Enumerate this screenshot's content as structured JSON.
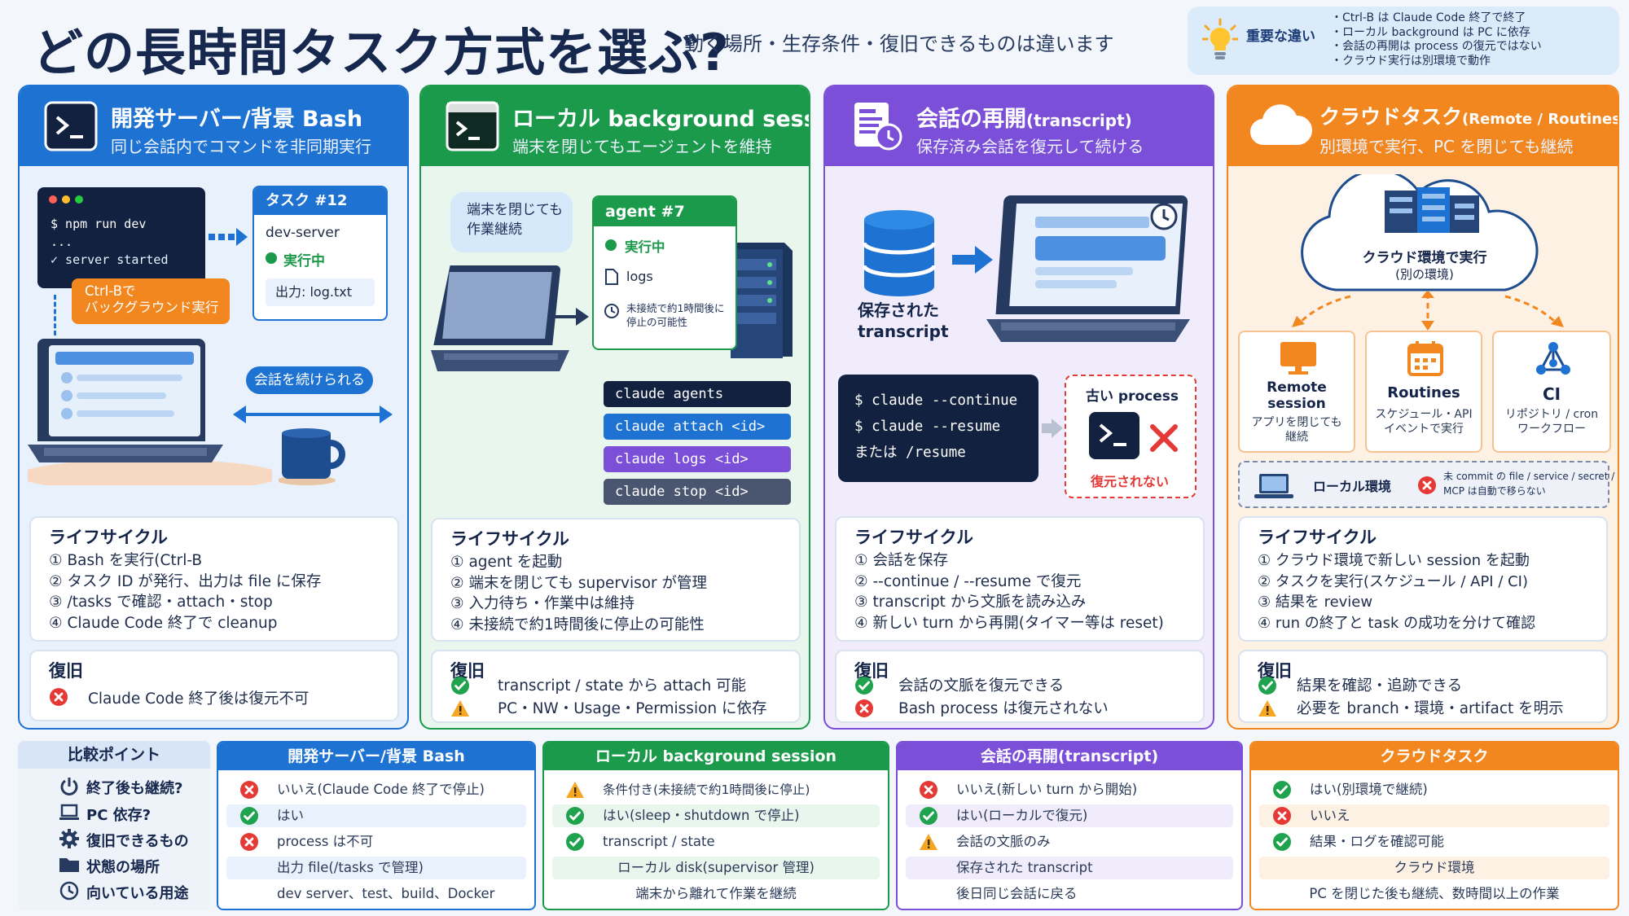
{
  "title": "どの長時間タスク方式を選ぶ?",
  "subtitle": "動く場所・生存条件・復旧できるものは違います",
  "note": {
    "label": "重要な違い",
    "items": [
      "・Ctrl-B は Claude Code 終了で終了",
      "・ローカル background は PC に依存",
      "・会話の再開は process の復元ではない",
      "・クラウド実行は別環境で動作"
    ]
  },
  "colors": {
    "blue": "#1e73d2",
    "green": "#1a9a4a",
    "purple": "#7b4fd8",
    "orange": "#f2871f"
  },
  "columns": [
    {
      "title": "開発サーバー/背景 Bash",
      "sub": "同じ会話内でコマンドを非同期実行",
      "illus": {
        "term": [
          "$ npm run dev",
          "...",
          "✓ server started"
        ],
        "task_title": "タスク #12",
        "task_name": "dev-server",
        "task_status": "実行中",
        "task_out": "出力: log.txt",
        "ctrlb": "Ctrl-Bで\nバックグラウンド実行",
        "continue": "会話を続けられる"
      },
      "life_title": "ライフサイクル",
      "life": [
        "① Bash を実行(Ctrl-B",
        "② タスク ID が発行、出力は file に保存",
        "③ /tasks で確認・attach・stop",
        "④ Claude Code 終了で cleanup"
      ],
      "rec_title": "復旧",
      "rec": [
        {
          "mark": "x",
          "text": "Claude Code 終了後は復元不可"
        }
      ]
    },
    {
      "title": "ローカル background session",
      "sub": "端末を閉じてもエージェントを維持",
      "illus": {
        "bubble": "端末を閉じても\n作業継続",
        "agent_title": "agent #7",
        "agent_status": "実行中",
        "agent_logs": "logs",
        "agent_warn": "未接続で約1時間後に\n停止の可能性",
        "cmds": [
          "claude agents",
          "claude attach <id>",
          "claude logs <id>",
          "claude stop <id>"
        ]
      },
      "life_title": "ライフサイクル",
      "life": [
        "① agent を起動",
        "② 端末を閉じても supervisor が管理",
        "③ 入力待ち・作業中は維持",
        "④ 未接続で約1時間後に停止の可能性"
      ],
      "rec_title": "復旧",
      "rec": [
        {
          "mark": "ok",
          "text": "transcript / state から attach 可能"
        },
        {
          "mark": "warn",
          "text": "PC・NW・Usage・Permission に依存"
        }
      ]
    },
    {
      "title": "会話の再開",
      "title_small": "(transcript)",
      "sub": "保存済み会話を復元して続ける",
      "illus": {
        "saved": "保存された\ntranscript",
        "cmds": [
          "$ claude --continue",
          "$ claude --resume",
          "または  /resume"
        ],
        "old": "古い process",
        "not_restored": "復元されない"
      },
      "life_title": "ライフサイクル",
      "life": [
        "① 会話を保存",
        "② --continue / --resume で復元",
        "③ transcript から文脈を読み込み",
        "④ 新しい turn から再開(タイマー等は reset)"
      ],
      "rec_title": "復旧",
      "rec": [
        {
          "mark": "ok",
          "text": "会話の文脈を復元できる"
        },
        {
          "mark": "x",
          "text": "Bash process は復元されない"
        }
      ]
    },
    {
      "title": "クラウドタスク",
      "title_small": "(Remote / Routines / CI)",
      "sub": "別環境で実行、PC を閉じても継続",
      "illus": {
        "cloud": "クラウド環境で実行",
        "cloud_sub": "(別の環境)",
        "remote": "Remote\nsession",
        "remote_sub": "アプリを閉じても\n継続",
        "routines": "Routines",
        "routines_sub": "スケジュール・API\nイベントで実行",
        "ci": "CI",
        "ci_sub": "リポジトリ / cron\nワークフロー",
        "local": "ローカル環境",
        "local_note": "未 commit の file / service / secret /\nMCP は自動で移らない"
      },
      "life_title": "ライフサイクル",
      "life": [
        "① クラウド環境で新しい session を起動",
        "② タスクを実行(スケジュール / API / CI)",
        "③ 結果を review",
        "④ run の終了と task の成功を分けて確認"
      ],
      "rec_title": "復旧",
      "rec": [
        {
          "mark": "ok",
          "text": "結果を確認・追跡できる"
        },
        {
          "mark": "warn",
          "text": "必要を branch・環境・artifact を明示"
        }
      ]
    }
  ],
  "compare": {
    "header": "比較ポイント",
    "points": [
      "終了後も継続?",
      "PC 依存?",
      "復旧できるもの",
      "状態の場所",
      "向いている用途"
    ],
    "icons": [
      "power-icon",
      "laptop-icon",
      "gear-icon",
      "folder-icon",
      "clock-icon"
    ],
    "cols": [
      {
        "head": "開発サーバー/背景 Bash",
        "cells": [
          {
            "mark": "x",
            "text": "いいえ(Claude Code 終了で停止)"
          },
          {
            "mark": "ok",
            "text": "はい"
          },
          {
            "mark": "x",
            "text": "process は不可"
          },
          {
            "mark": "",
            "text": "出力 file(/tasks で管理)"
          },
          {
            "mark": "",
            "text": "dev server、test、build、Docker"
          }
        ]
      },
      {
        "head": "ローカル background session",
        "cells": [
          {
            "mark": "warn",
            "text": "条件付き(未接続で約1時間後に停止)"
          },
          {
            "mark": "ok",
            "text": "はい(sleep・shutdown で停止)"
          },
          {
            "mark": "ok",
            "text": "transcript / state"
          },
          {
            "mark": "",
            "text": "ローカル disk(supervisor 管理)"
          },
          {
            "mark": "",
            "text": "端末から離れて作業を継続"
          }
        ]
      },
      {
        "head": "会話の再開(transcript)",
        "cells": [
          {
            "mark": "x",
            "text": "いいえ(新しい turn から開始)"
          },
          {
            "mark": "ok",
            "text": "はい(ローカルで復元)"
          },
          {
            "mark": "warn",
            "text": "会話の文脈のみ"
          },
          {
            "mark": "",
            "text": "保存された transcript"
          },
          {
            "mark": "",
            "text": "後日同じ会話に戻る"
          }
        ]
      },
      {
        "head": "クラウドタスク",
        "cells": [
          {
            "mark": "ok",
            "text": "はい(別環境で継続)"
          },
          {
            "mark": "x",
            "text": "いいえ"
          },
          {
            "mark": "ok",
            "text": "結果・ログを確認可能"
          },
          {
            "mark": "",
            "text": "クラウド環境"
          },
          {
            "mark": "",
            "text": "PC を閉じた後も継続、数時間以上の作業"
          }
        ]
      }
    ]
  }
}
